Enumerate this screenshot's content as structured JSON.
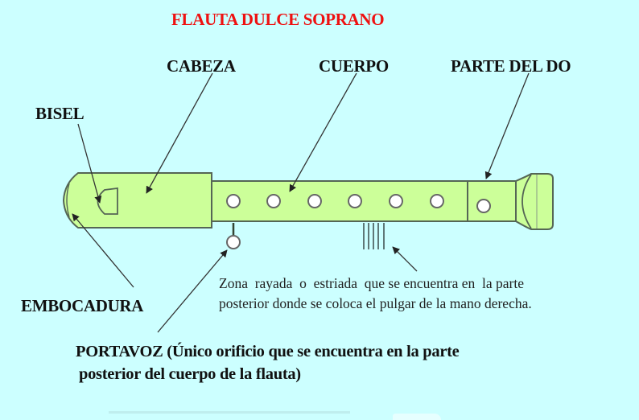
{
  "title": "FLAUTA DULCE SOPRANO",
  "labels": {
    "cabeza": "CABEZA",
    "cuerpo": "CUERPO",
    "parte_del_do": "PARTE DEL DO",
    "bisel": "BISEL",
    "embocadura": "EMBOCADURA"
  },
  "notes": {
    "zona_line1": "Zona  rayada  o  estriada  que se encuentra en  la parte",
    "zona_line2": "posterior donde se coloca el pulgar de la mano derecha.",
    "portavoz_line1": "PORTAVOZ (Único orificio que se encuentra en la parte",
    "portavoz_line2": "posterior del cuerpo de la flauta)"
  },
  "diagram": {
    "front_holes": 6,
    "foot_holes": 1,
    "back_holes": 1,
    "thumb_rest_lines": 5
  },
  "colors": {
    "background": "#ccffff",
    "flute_fill": "#ccff99",
    "flute_stroke": "#556655",
    "title": "#ee1111",
    "text": "#111111"
  }
}
